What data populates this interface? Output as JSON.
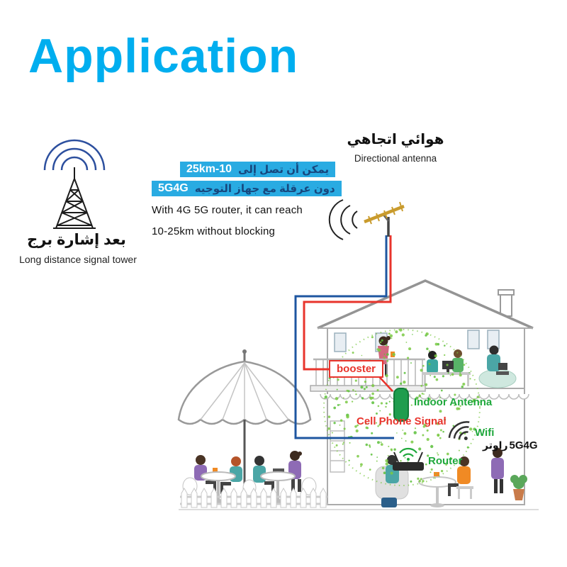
{
  "title": {
    "text": "Application"
  },
  "tower_caption": {
    "arabic": "بعد إشارة برج",
    "english": "Long distance signal tower"
  },
  "antenna_caption": {
    "arabic": "هوائي اتجاهي",
    "english": "Directional antenna"
  },
  "reach_note": {
    "line1_highlight": "25km-10",
    "line1_arabic": "يمكن أن تصل إلى",
    "line2_highlight": "5G4G",
    "line2_arabic": "دون عرقلة مع جهاز التوجيه",
    "english_line1": "With 4G 5G router, it can reach",
    "english_line2": "10-25km without blocking"
  },
  "labels": {
    "booster": "booster",
    "indoor_antenna": "Indoor Antenna",
    "cell_phone_signal": "Cell Phone Signal",
    "wifi": "Wifi",
    "router_arabic": "راوتر",
    "router_model": "5G4G",
    "router": "Router"
  },
  "colors": {
    "title_cyan": "#00aeef",
    "highlight_cyan": "#29abe2",
    "label_red": "#e8342c",
    "label_green": "#1fa83c",
    "cable_red": "#e8342c",
    "cable_blue": "#1e56a0",
    "coverage_green": "#7ac943"
  }
}
